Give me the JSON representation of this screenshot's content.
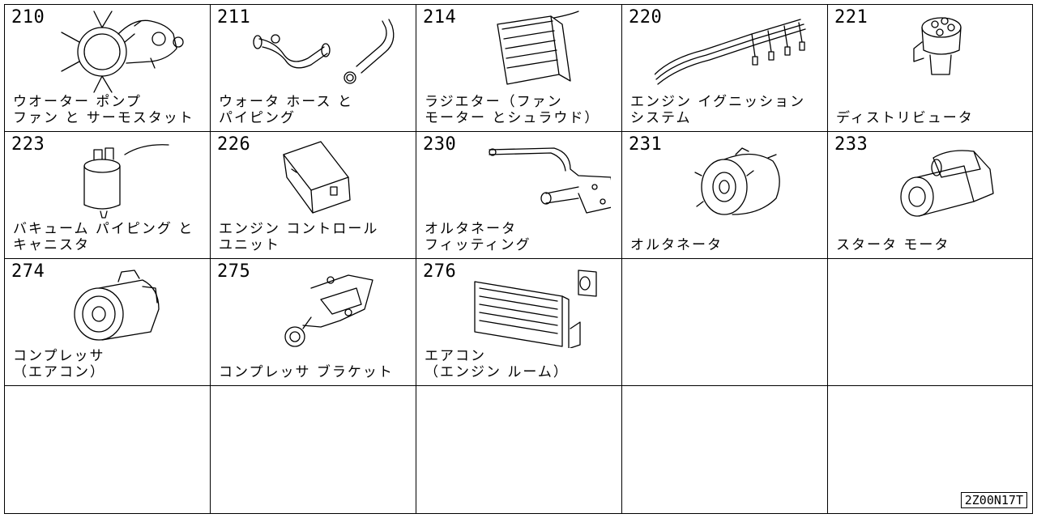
{
  "catalog_code": "2Z00N17T",
  "cells": [
    {
      "code": "210",
      "label": [
        "ウオーター ポンプ",
        "ファン と サーモスタット"
      ],
      "icon": "water-pump-icon"
    },
    {
      "code": "211",
      "label": [
        "ウォータ ホース と",
        "パイピング"
      ],
      "icon": "water-hose-icon"
    },
    {
      "code": "214",
      "label": [
        "ラジエター（ファン",
        "モーター とシュラウド）"
      ],
      "icon": "radiator-icon"
    },
    {
      "code": "220",
      "label": [
        "エンジン イグニッション",
        "システム"
      ],
      "icon": "ignition-wires-icon"
    },
    {
      "code": "221",
      "label": [
        "ディストリビュータ"
      ],
      "icon": "distributor-icon"
    },
    {
      "code": "223",
      "label": [
        "バキューム パイピング と",
        "キャニスタ"
      ],
      "icon": "canister-icon"
    },
    {
      "code": "226",
      "label": [
        "エンジン コントロール",
        "ユニット"
      ],
      "icon": "ecu-icon"
    },
    {
      "code": "230",
      "label": [
        "オルタネータ",
        "フィッティング"
      ],
      "icon": "alternator-bracket-icon"
    },
    {
      "code": "231",
      "label": [
        "オルタネータ"
      ],
      "icon": "alternator-icon"
    },
    {
      "code": "233",
      "label": [
        "スタータ モータ"
      ],
      "icon": "starter-motor-icon"
    },
    {
      "code": "274",
      "label": [
        "コンプレッサ",
        "（エアコン）"
      ],
      "icon": "compressor-icon"
    },
    {
      "code": "275",
      "label": [
        "コンプレッサ ブラケット"
      ],
      "icon": "compressor-bracket-icon"
    },
    {
      "code": "276",
      "label": [
        "エアコン",
        "（エンジン ルーム）"
      ],
      "icon": "condenser-icon"
    }
  ]
}
